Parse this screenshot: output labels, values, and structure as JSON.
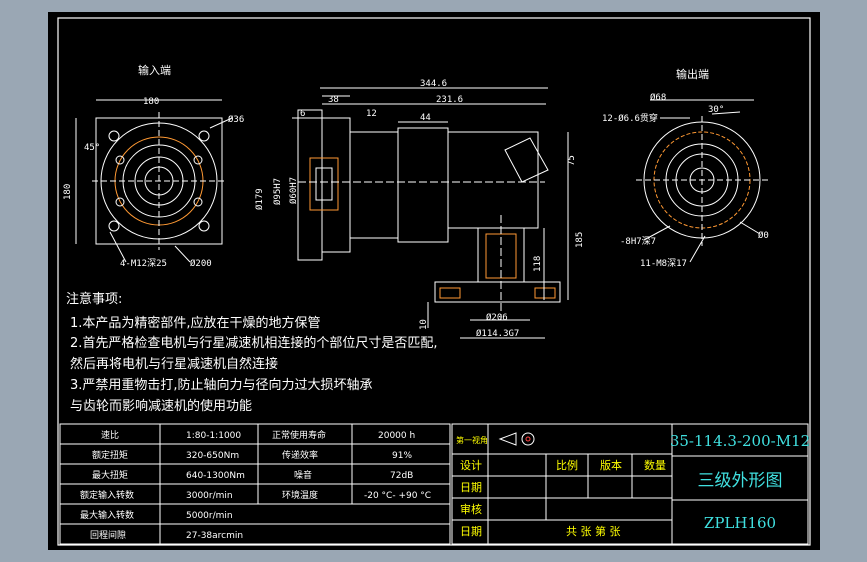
{
  "views": {
    "input_title": "输入端",
    "output_title": "输出端"
  },
  "dims_left": {
    "width": "180",
    "height": "180",
    "angle": "45°",
    "dia_top": "Ø36",
    "bolt": "4-M12深25",
    "dia_bottom": "Ø200"
  },
  "dims_mid": {
    "total": "344.6",
    "d38": "38",
    "d12": "12",
    "d231": "231.6",
    "d6": "6",
    "d44": "44",
    "dia79": "Ø179",
    "dia95": "Ø95H7",
    "dia60": "Ø60H7",
    "d75": "75",
    "d185": "185",
    "d118": "118",
    "d10": "10",
    "dia206": "Ø206",
    "dia114": "Ø114.3G7"
  },
  "dims_right": {
    "dia68": "Ø68",
    "holes": "12-Ø6.6贯穿",
    "angle": "30°",
    "pin": "-8H7深7",
    "dia_inner": "Ø0",
    "thread": "11-M8深17"
  },
  "notes": {
    "title": "注意事项:",
    "line1": "1.本产品为精密部件,应放在干燥的地方保管",
    "line2": "2.首先严格检查电机与行星减速机相连接的个部位尺寸是否匹配,",
    "line3": "然后再将电机与行星减速机自然连接",
    "line4": "3.严禁用重物击打,防止轴向力与径向力过大损坏轴承",
    "line5": "与齿轮而影响减速机的使用功能"
  },
  "spec_table": {
    "rows": [
      {
        "k1": "速比",
        "v1": "1:80-1:1000",
        "k2": "正常使用寿命",
        "v2": "20000 h"
      },
      {
        "k1": "额定扭矩",
        "v1": "320-650Nm",
        "k2": "传递效率",
        "v2": "91%"
      },
      {
        "k1": "最大扭矩",
        "v1": "640-1300Nm",
        "k2": "噪音",
        "v2": "72dB"
      },
      {
        "k1": "额定输入转数",
        "v1": "3000r/min",
        "k2": "环境温度",
        "v2": "-20 °C- +90    °C"
      },
      {
        "k1": "最大输入转数",
        "v1": "5000r/min",
        "k2": "",
        "v2": ""
      },
      {
        "k1": "回程间隙",
        "v1": "27-38arcmin",
        "k2": "",
        "v2": ""
      }
    ]
  },
  "title_block": {
    "projection": "第一视角",
    "design": "设计",
    "date1": "日期",
    "review": "审核",
    "date2": "日期",
    "scale": "比例",
    "version": "版本",
    "qty": "数量",
    "sheets": "共    张    第    张",
    "model": "35-114.3-200-M12",
    "drawing_name": "三级外形图",
    "series": "ZPLH160"
  },
  "colors": {
    "background": "#000000",
    "frame": "#9aa7b4",
    "line": "#ffffff",
    "accent_yellow": "#ffff00",
    "accent_cyan": "#40e0e0",
    "detail_orange": "#ff9933"
  }
}
